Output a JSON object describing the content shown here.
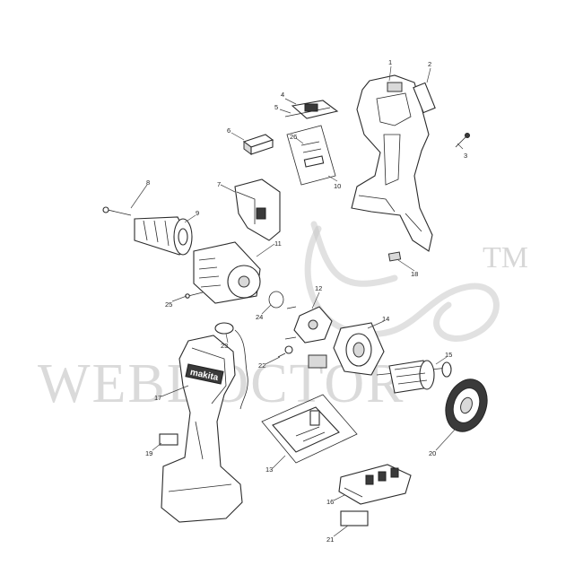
{
  "watermark": {
    "text": "WEBDOCTOR",
    "trademark": "TM"
  },
  "brand_label": "makita",
  "callouts": [
    {
      "id": "c1",
      "label": "1"
    },
    {
      "id": "c2",
      "label": "2"
    },
    {
      "id": "c3",
      "label": "3"
    },
    {
      "id": "c4",
      "label": "4"
    },
    {
      "id": "c5",
      "label": "5"
    },
    {
      "id": "c6",
      "label": "6"
    },
    {
      "id": "c7",
      "label": "7"
    },
    {
      "id": "c8",
      "label": "8"
    },
    {
      "id": "c9",
      "label": "9"
    },
    {
      "id": "c10",
      "label": "10"
    },
    {
      "id": "c11",
      "label": "11"
    },
    {
      "id": "c12",
      "label": "12"
    },
    {
      "id": "c13",
      "label": "13"
    },
    {
      "id": "c14",
      "label": "14"
    },
    {
      "id": "c15",
      "label": "15"
    },
    {
      "id": "c16",
      "label": "16"
    },
    {
      "id": "c17",
      "label": "17"
    },
    {
      "id": "c18",
      "label": "18"
    },
    {
      "id": "c19",
      "label": "19"
    },
    {
      "id": "c20",
      "label": "20"
    },
    {
      "id": "c21",
      "label": "21"
    },
    {
      "id": "c22",
      "label": "22"
    },
    {
      "id": "c23",
      "label": "23"
    },
    {
      "id": "c24",
      "label": "24"
    },
    {
      "id": "c25",
      "label": "25"
    },
    {
      "id": "c26",
      "label": "26"
    }
  ]
}
